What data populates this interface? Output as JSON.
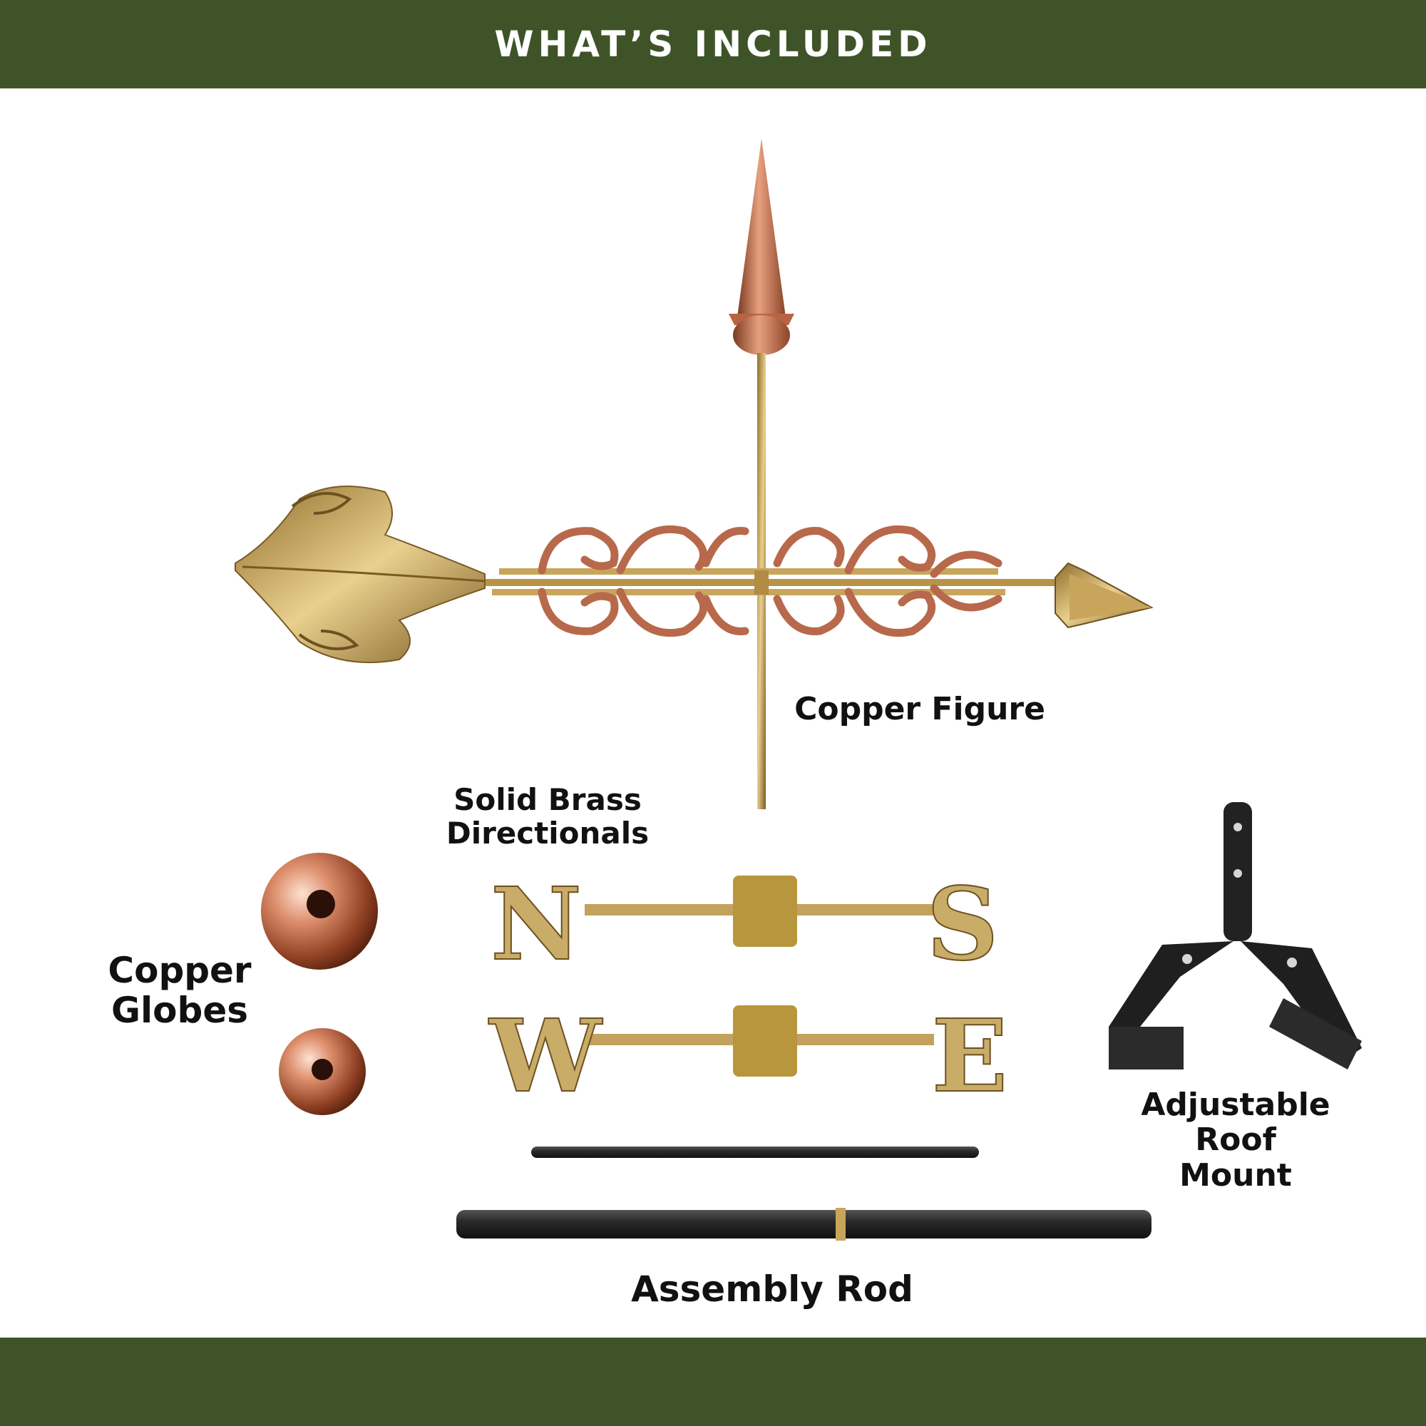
{
  "header": {
    "title": "WHAT’S INCLUDED"
  },
  "labels": {
    "copper_figure": "Copper Figure",
    "solid_brass_directionals": [
      "Solid Brass",
      "Directionals"
    ],
    "copper_globes": [
      "Copper",
      "Globes"
    ],
    "adjustable_roof_mount": [
      "Adjustable",
      "Roof",
      "Mount"
    ],
    "assembly_rod": "Assembly Rod"
  },
  "directionals": {
    "north": "N",
    "south": "S",
    "west": "W",
    "east": "E"
  },
  "colors": {
    "band_green": "#3e5428",
    "background": "#ffffff",
    "copper": "#c46f4c",
    "brass": "#c9a55b",
    "mount_black": "#1f1f1f"
  }
}
